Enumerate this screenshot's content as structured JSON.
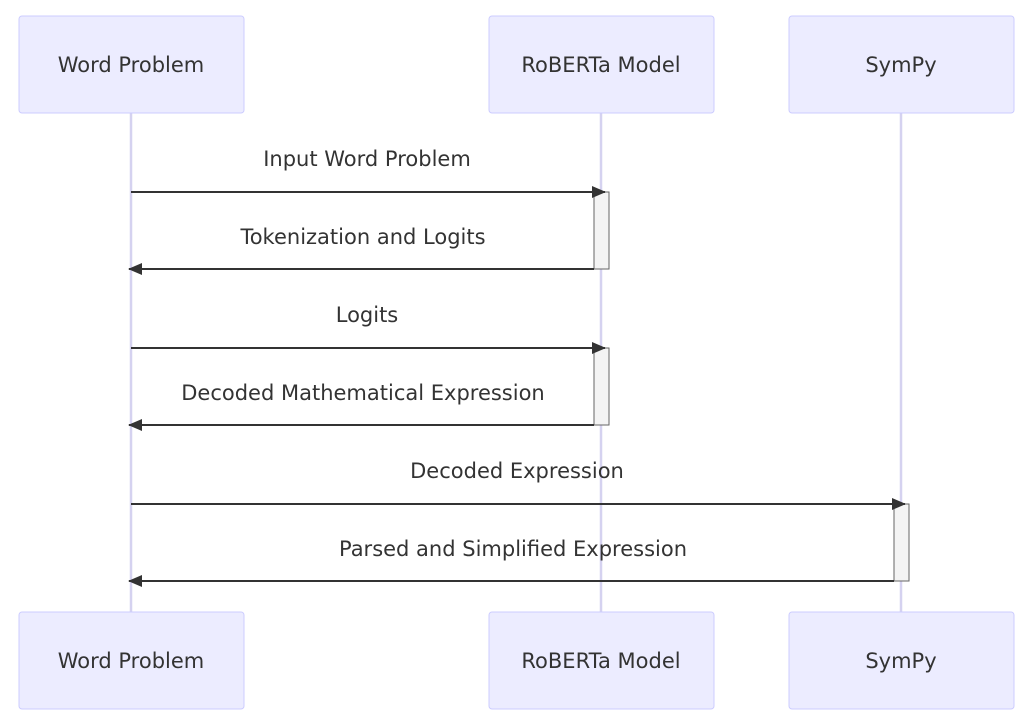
{
  "participants": [
    {
      "id": "wp",
      "label": "Word Problem"
    },
    {
      "id": "rm",
      "label": "RoBERTa Model"
    },
    {
      "id": "sp",
      "label": "SymPy"
    }
  ],
  "messages": [
    {
      "from": "wp",
      "to": "rm",
      "label": "Input Word Problem"
    },
    {
      "from": "rm",
      "to": "wp",
      "label": "Tokenization and Logits"
    },
    {
      "from": "wp",
      "to": "rm",
      "label": "Logits"
    },
    {
      "from": "rm",
      "to": "wp",
      "label": "Decoded Mathematical Expression"
    },
    {
      "from": "wp",
      "to": "sp",
      "label": "Decoded Expression"
    },
    {
      "from": "sp",
      "to": "wp",
      "label": "Parsed and Simplified Expression"
    }
  ],
  "colors": {
    "actor_fill": "#ececff",
    "actor_stroke": "#ccccff",
    "lifeline": "#d5d2f0",
    "line": "#333333",
    "activation_fill": "#f4f4f4"
  }
}
